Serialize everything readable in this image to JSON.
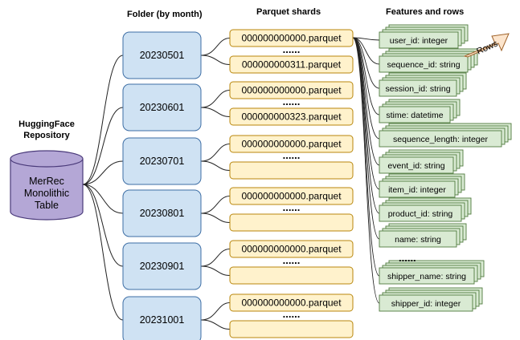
{
  "headers": {
    "folder": "Folder (by month)",
    "shards": "Parquet shards",
    "features": "Features and rows"
  },
  "repository": {
    "label_line1": "HuggingFace",
    "label_line2": "Repository",
    "table_line1": "MerRec",
    "table_line2": "Monolithic",
    "table_line3": "Table"
  },
  "months": [
    {
      "label": "20230501",
      "first_shard": "000000000000.parquet",
      "last_shard": "000000000311.parquet"
    },
    {
      "label": "20230601",
      "first_shard": "000000000000.parquet",
      "last_shard": "000000000323.parquet"
    },
    {
      "label": "20230701",
      "first_shard": "000000000000.parquet",
      "last_shard": ""
    },
    {
      "label": "20230801",
      "first_shard": "000000000000.parquet",
      "last_shard": ""
    },
    {
      "label": "20230901",
      "first_shard": "000000000000.parquet",
      "last_shard": ""
    },
    {
      "label": "20231001",
      "first_shard": "000000000000.parquet",
      "last_shard": ""
    }
  ],
  "ellipsis": "......",
  "features": [
    "user_id: integer",
    "sequence_id: string",
    "session_id: string",
    "stime: datetime",
    "sequence_length: integer",
    "event_id: string",
    "item_id: integer",
    "product_id: string",
    "name: string",
    "shipper_name: string",
    "shipper_id: integer"
  ],
  "rows_label": "Rows",
  "colors": {
    "month_fill": "#cfe2f3",
    "month_stroke": "#3d6ea5",
    "shard_fill": "#fff2cc",
    "shard_stroke": "#b8860b",
    "feature_fill": "#d9ead3",
    "feature_stroke": "#4f7a3d",
    "cylinder_fill": "#b4a7d6",
    "cylinder_stroke": "#4a3a7a",
    "arrow_fill": "#fce5cd",
    "arrow_stroke": "#a0632a"
  }
}
